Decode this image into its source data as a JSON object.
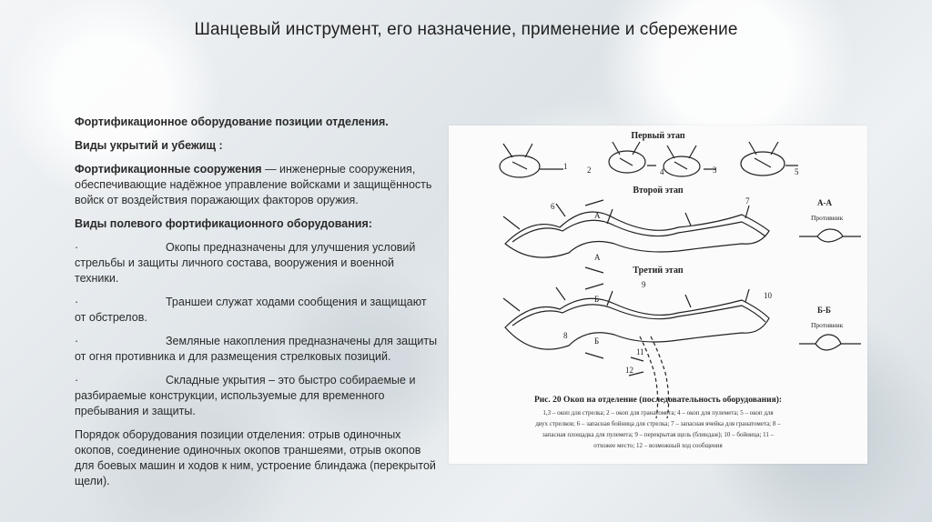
{
  "title": "Шанцевый инструмент, его назначение, применение и сбережение",
  "content": {
    "heading1": "Фортификационное оборудование позиции отделения.",
    "heading2": "Виды укрытий и убежищ :",
    "def_term": "Фортификационные сооружения",
    "def_text": " — инженерные сооружения, обеспечивающие надёжное управление войсками и защищённость войск от воздействия поражающих факторов оружия.",
    "heading3": "Виды полевого фортификационного оборудования:",
    "bullet_mark": "·",
    "bullets": [
      "Окопы предназначены для улучшения условий стрельбы и защиты личного состава, вооружения и военной техники.",
      "Траншеи служат ходами сообщения и защищают от обстрелов.",
      "Земляные накопления предназначены для защиты от огня противника и для размещения стрелковых позиций.",
      "Складные укрытия – это быстро собираемые и разбираемые конструкции, используемые для временного пребывания и защиты."
    ],
    "closing": "Порядок оборудования позиции отделения: отрыв одиночных окопов, соединение одиночных окопов траншеями, отрыв окопов для боевых машин и ходов к ним, устроение блиндажа (перекрытой щели)."
  },
  "figure": {
    "stage1": "Первый этап",
    "stage2": "Второй этап",
    "stage3": "Третий этап",
    "section_aa": "А-А",
    "section_bb": "Б-Б",
    "enemy": "Противник",
    "letter_a": "А",
    "letter_b": "Б",
    "caption_title": "Рис. 20   Окоп на отделение (последовательность оборудования):",
    "caption_line1": "1,3 – окоп для стрелка; 2 – окоп для гранатомета; 4 – окоп для пулемета; 5 – окоп для",
    "caption_line2": "двух стрелков; 6 – запасная бойница для стрелка; 7 – запасная ячейка для гранатомета; 8 –",
    "caption_line3": "запасная площадка для пулемета; 9 – перекрытая щель (блиндаж); 10 – бойница; 11 –",
    "caption_line4": "отхожее место; 12 – возможный ход сообщения",
    "labels": [
      "1",
      "2",
      "3",
      "4",
      "5",
      "6",
      "7",
      "8",
      "9",
      "10",
      "11",
      "12"
    ]
  },
  "colors": {
    "text": "#2a2a2a",
    "drawing": "#222222"
  }
}
